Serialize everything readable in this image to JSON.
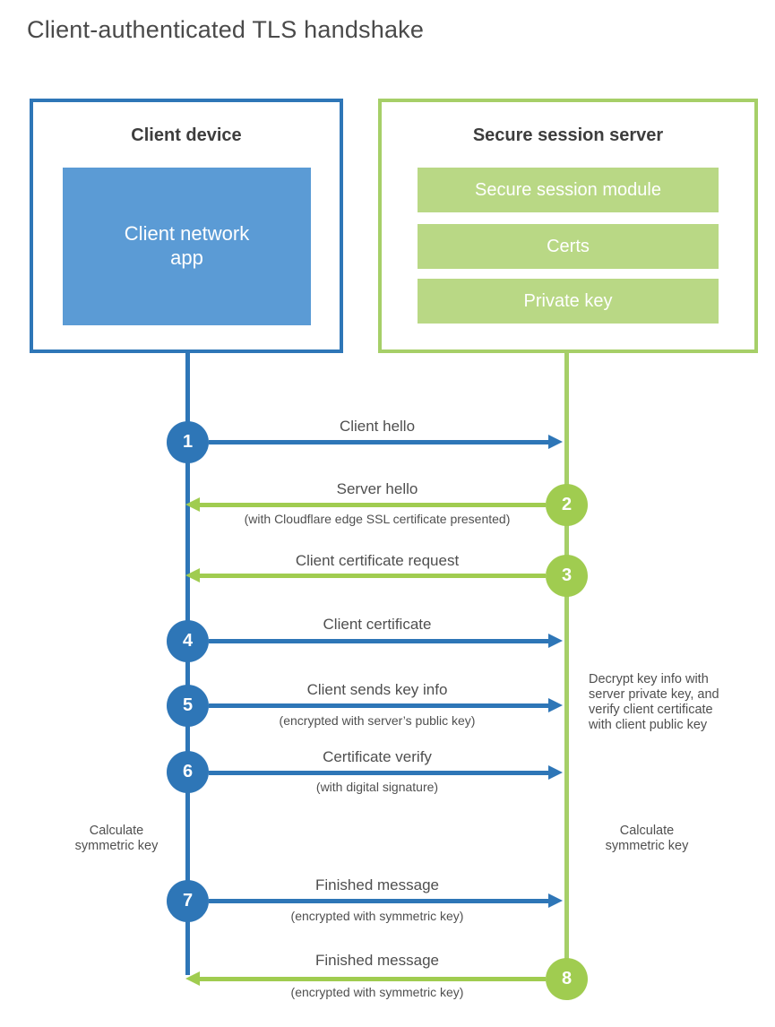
{
  "title": "Client-authenticated TLS handshake",
  "client": {
    "box_title": "Client device",
    "app_label": "Client network\napp"
  },
  "server": {
    "box_title": "Secure session server",
    "modules": [
      "Secure session module",
      "Certs",
      "Private key"
    ]
  },
  "steps": [
    {
      "num": "1",
      "from": "client",
      "label": "Client hello",
      "sub": ""
    },
    {
      "num": "2",
      "from": "server",
      "label": "Server hello",
      "sub": "(with Cloudflare edge SSL certificate presented)"
    },
    {
      "num": "3",
      "from": "server",
      "label": "Client certificate request",
      "sub": ""
    },
    {
      "num": "4",
      "from": "client",
      "label": "Client certificate",
      "sub": ""
    },
    {
      "num": "5",
      "from": "client",
      "label": "Client sends key info",
      "sub": "(encrypted with server’s public key)"
    },
    {
      "num": "6",
      "from": "client",
      "label": "Certificate verify",
      "sub": "(with digital signature)"
    },
    {
      "num": "7",
      "from": "client",
      "label": "Finished message",
      "sub": "(encrypted with symmetric key)"
    },
    {
      "num": "8",
      "from": "server",
      "label": "Finished message",
      "sub": "(encrypted with symmetric key)"
    }
  ],
  "annotations": {
    "calc_left": "Calculate\nsymmetric key",
    "calc_right": "Calculate\nsymmetric key",
    "server_note": "Decrypt key info with\nserver private key, and\nverify client certificate\nwith client public key"
  },
  "colors": {
    "blue": "#2e76b7",
    "blue-light": "#5b9bd5",
    "green": "#a0cc50",
    "green-border": "#a6cf68",
    "green-light": "#b9d885",
    "text-dark": "#3d3d3d",
    "text-gray": "#4f4f4f"
  }
}
